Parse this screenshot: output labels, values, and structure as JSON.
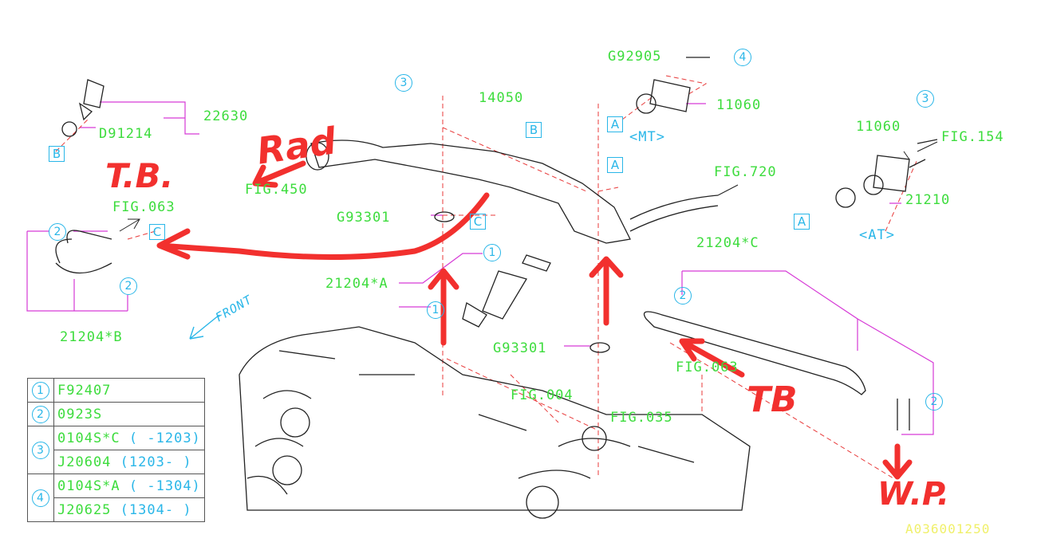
{
  "labels": {
    "p22630": "22630",
    "d91214": "D91214",
    "fig063a": "FIG.063",
    "b21204": "21204*B",
    "p14050": "14050",
    "g93301a": "G93301",
    "g93301b": "G93301",
    "a21204": "21204*A",
    "fig450": "FIG.450",
    "g92905": "G92905",
    "p11060a": "11060",
    "p11060b": "11060",
    "fig720": "FIG.720",
    "p21210": "21210",
    "fig154": "FIG.154",
    "c21204": "21204*C",
    "fig004": "FIG.004",
    "fig035": "FIG.035",
    "fig063b": "FIG.063",
    "mt": "<MT>",
    "at": "<AT>",
    "front": "FRONT",
    "code": "A036001250"
  },
  "boxes": {
    "a": "A",
    "b": "B",
    "c": "C"
  },
  "circles": {
    "one": "1",
    "two": "2",
    "three": "3",
    "four": "4"
  },
  "handwritten": {
    "rad": "Rad",
    "tb1": "T.B.",
    "tb2": "TB",
    "wp": "W.P."
  },
  "legend": [
    {
      "num": "1",
      "rows": [
        {
          "part": "F92407",
          "range": ""
        }
      ]
    },
    {
      "num": "2",
      "rows": [
        {
          "part": "0923S",
          "range": ""
        }
      ]
    },
    {
      "num": "3",
      "rows": [
        {
          "part": "0104S*C",
          "range": "( -1203)"
        },
        {
          "part": "J20604",
          "range": "(1203- )"
        }
      ]
    },
    {
      "num": "4",
      "rows": [
        {
          "part": "0104S*A",
          "range": "( -1304)"
        },
        {
          "part": "J20625",
          "range": "(1304- )"
        }
      ]
    }
  ],
  "colors": {
    "label": "#3ddc3d",
    "ref": "#29b6e8",
    "leader": "#d63ad6",
    "annotation": "#f2302e"
  }
}
